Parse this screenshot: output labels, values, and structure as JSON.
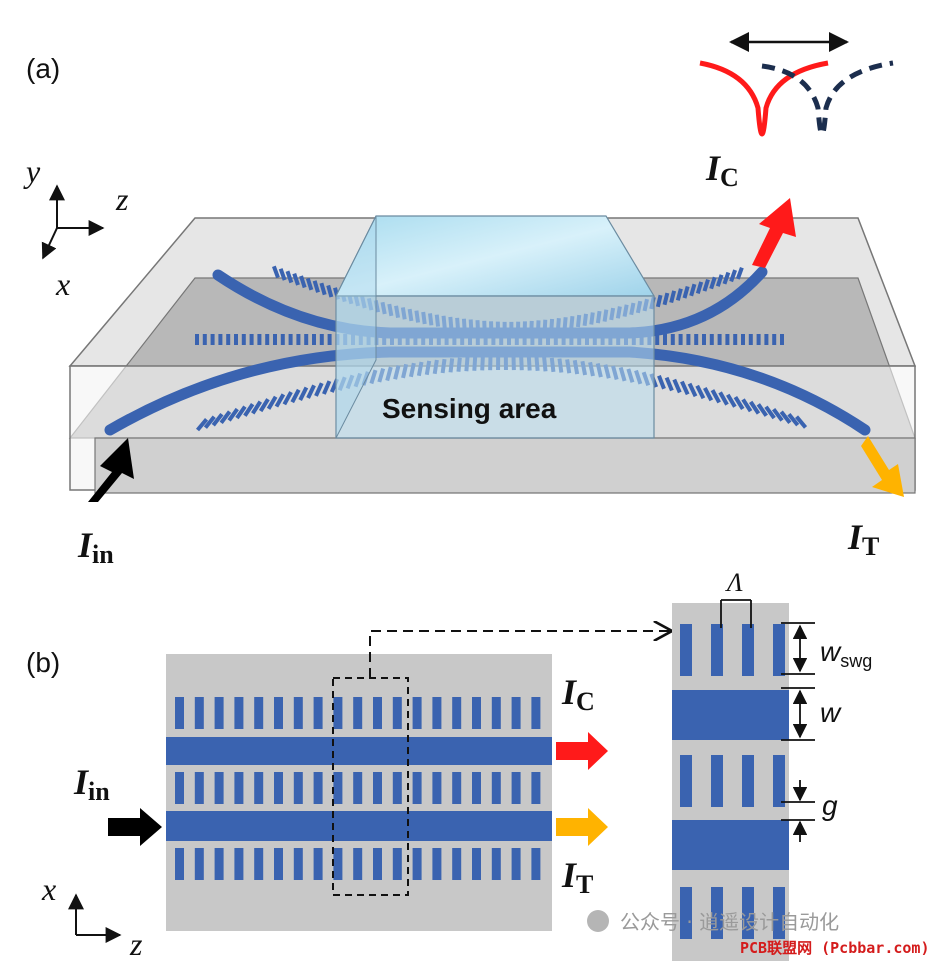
{
  "panel_a": {
    "label": "(a)",
    "sensing_label": "Sensing area",
    "axes": {
      "y": "y",
      "z": "z",
      "x": "x"
    },
    "input": {
      "main": "I",
      "sub": "in"
    },
    "coupled": {
      "main": "I",
      "sub": "C"
    },
    "transmitted": {
      "main": "I",
      "sub": "T"
    }
  },
  "panel_b": {
    "label": "(b)",
    "axes": {
      "x": "x",
      "z": "z"
    },
    "input": {
      "main": "I",
      "sub": "in"
    },
    "coupled": {
      "main": "I",
      "sub": "C"
    },
    "transmitted": {
      "main": "I",
      "sub": "T"
    },
    "dimensions": {
      "period": "Λ",
      "w_swg_main": "w",
      "w_swg_sub": "swg",
      "w": "w",
      "g": "g"
    }
  },
  "colors": {
    "waveguide": "#3a63b0",
    "cladding": "#c8c8c8",
    "red_arrow": "#ff1a1a",
    "yellow_arrow": "#ffb300",
    "black_arrow": "#000000",
    "spectrum_solid": "#ff1a1a",
    "spectrum_dashed": "#1c2e4e"
  },
  "watermark": {
    "line1": "公众号 · 逍遥设计自动化",
    "line2": "PCB联盟网 (Pcbbar.com)"
  }
}
